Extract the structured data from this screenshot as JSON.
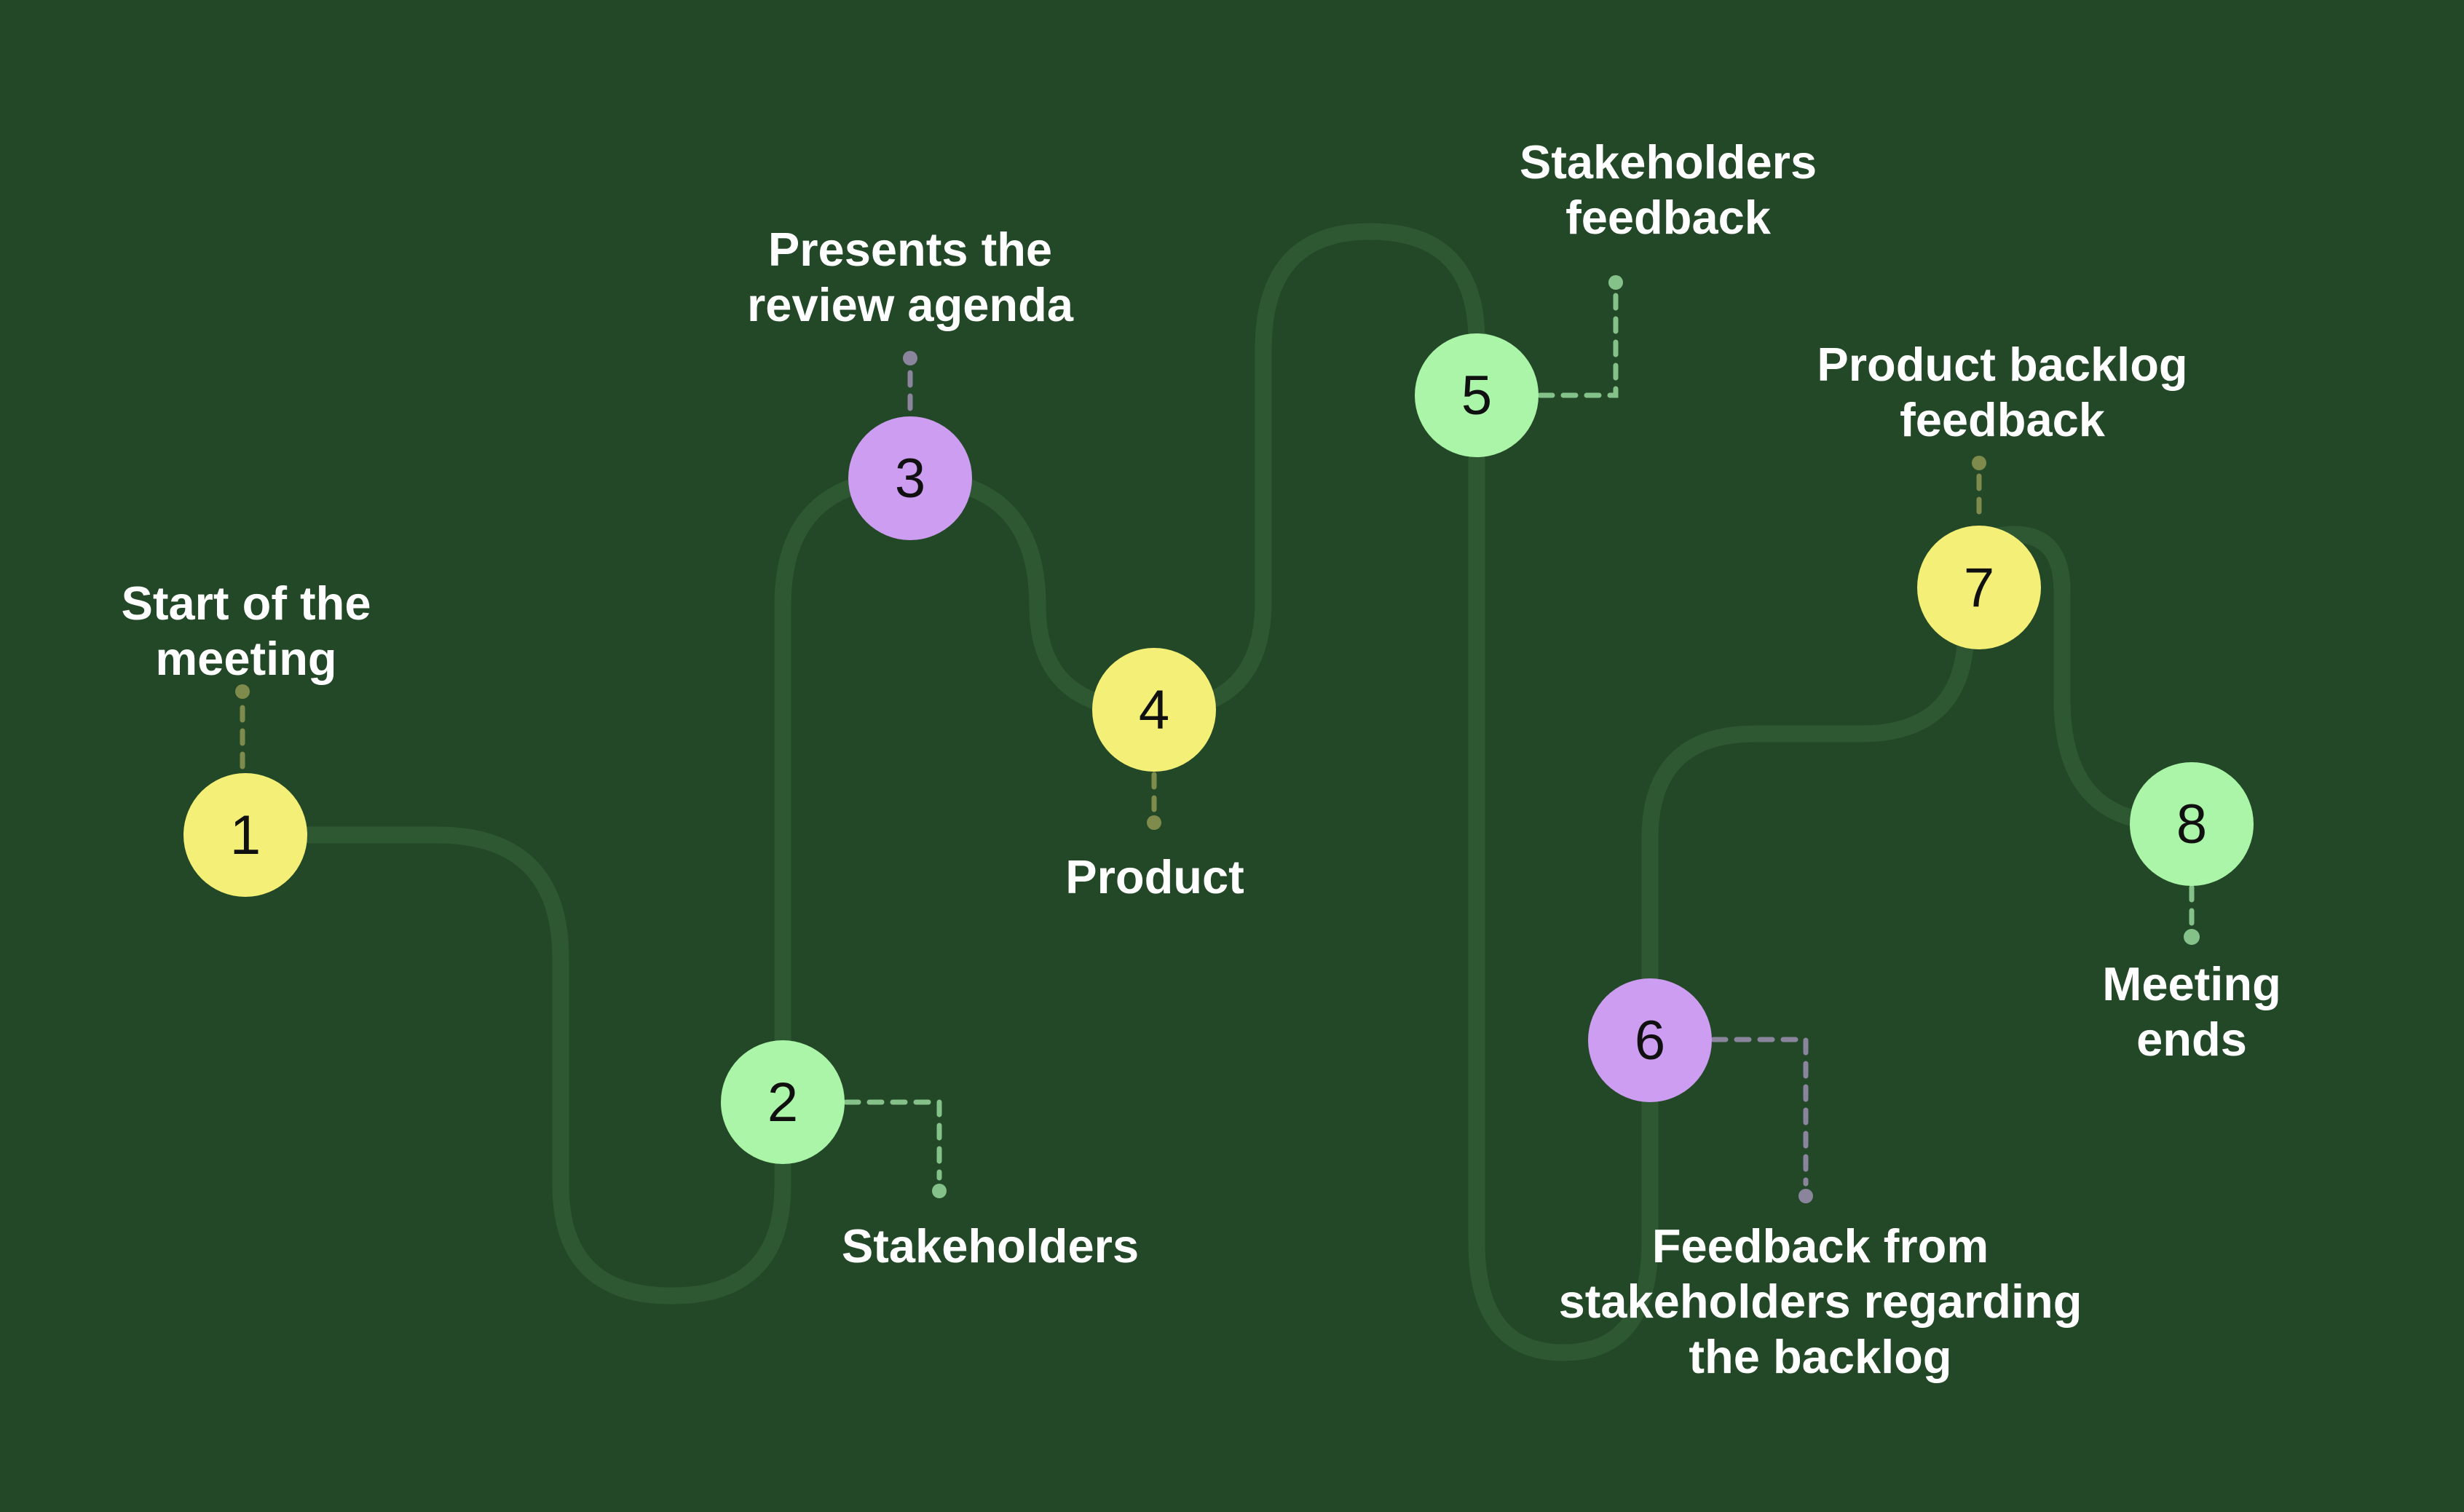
{
  "diagram": {
    "type": "serpentine-process-timeline",
    "palette": {
      "background": "#234827",
      "path": "#2E5832",
      "label_text": "#FFFFFF",
      "number_text": "#101010",
      "circle_yellow": "#F4EF77",
      "circle_green": "#ABF5A8",
      "circle_purple": "#CC9DF0",
      "connector_olive": "#7E8B4C",
      "connector_green": "#85C28A",
      "connector_gray_purple": "#8A849C"
    },
    "steps": [
      {
        "number": "1",
        "label": "Start of the\nmeeting",
        "circle_color": "#F4EF77",
        "connector_color": "#7E8B4C",
        "label_position": "above"
      },
      {
        "number": "2",
        "label": "Stakeholders",
        "circle_color": "#ABF5A8",
        "connector_color": "#85C28A",
        "label_position": "below-right"
      },
      {
        "number": "3",
        "label": "Presents the\nreview agenda",
        "circle_color": "#CC9DF0",
        "connector_color": "#8A849C",
        "label_position": "above"
      },
      {
        "number": "4",
        "label": "Product",
        "circle_color": "#F4EF77",
        "connector_color": "#7E8B4C",
        "label_position": "below"
      },
      {
        "number": "5",
        "label": "Stakeholders\nfeedback",
        "circle_color": "#ABF5A8",
        "connector_color": "#85C28A",
        "label_position": "above-right"
      },
      {
        "number": "6",
        "label": "Feedback from\nstakeholders regarding\nthe backlog",
        "circle_color": "#CC9DF0",
        "connector_color": "#8A849C",
        "label_position": "below-right"
      },
      {
        "number": "7",
        "label": "Product backlog\nfeedback",
        "circle_color": "#F4EF77",
        "connector_color": "#7E8B4C",
        "label_position": "above"
      },
      {
        "number": "8",
        "label": "Meeting ends",
        "circle_color": "#ABF5A8",
        "connector_color": "#85C28A",
        "label_position": "below"
      }
    ]
  }
}
